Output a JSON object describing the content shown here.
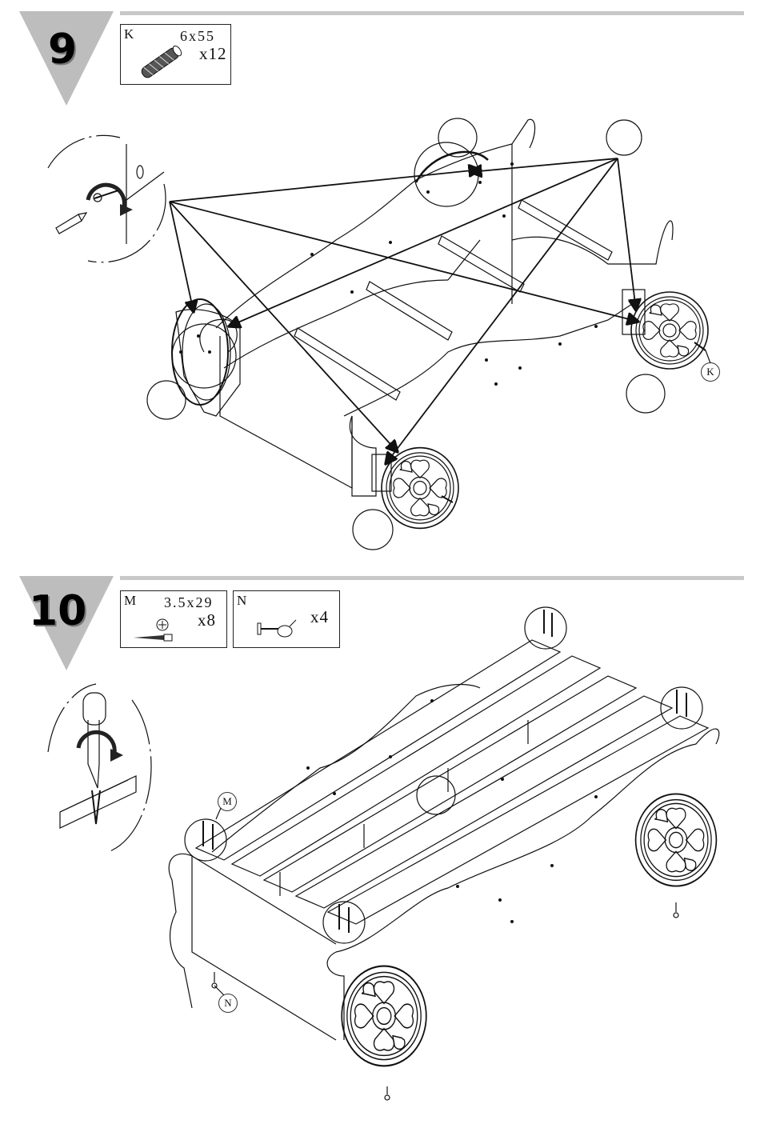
{
  "steps": [
    {
      "number": "9",
      "parts": [
        {
          "letter": "K",
          "size": "6x55",
          "qty": "x12"
        }
      ],
      "callouts": [
        "K"
      ]
    },
    {
      "number": "10",
      "parts": [
        {
          "letter": "M",
          "size": "3.5x29",
          "qty": "x8"
        },
        {
          "letter": "N",
          "size": "",
          "qty": "x4"
        }
      ],
      "callouts": [
        "M",
        "N"
      ]
    }
  ],
  "colors": {
    "line": "#111111",
    "triangle": "#bdbdbd",
    "bar": "#c8c8c8"
  },
  "icons": [
    "screw-icon",
    "screwdriver-icon",
    "rotation-arrow-icon",
    "nail-icon",
    "wood-dowel-icon"
  ]
}
